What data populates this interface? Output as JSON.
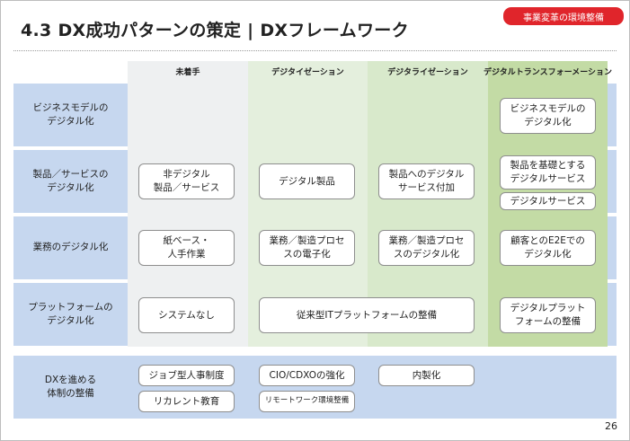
{
  "header": {
    "title": "4.3 DX成功パターンの策定 | DXフレームワーク",
    "tag": "事業変革の環境整備"
  },
  "columns": [
    "未着手",
    "デジタイゼーション",
    "デジタライゼーション",
    "デジタルトランスフォーメーション"
  ],
  "rows": [
    {
      "label": "ビジネスモデルの\nデジタル化",
      "cells": [
        "",
        "",
        "",
        "ビジネスモデルの\nデジタル化"
      ]
    },
    {
      "label": "製品／サービスの\nデジタル化",
      "cells": [
        "非デジタル\n製品／サービス",
        "デジタル製品",
        "製品へのデジタル\nサービス付加",
        "製品を基礎とする\nデジタルサービス"
      ],
      "extra": "デジタルサービス"
    },
    {
      "label": "業務のデジタル化",
      "cells": [
        "紙ベース・\n人手作業",
        "業務／製造プロセ\nスの電子化",
        "業務／製造プロセ\nスのデジタル化",
        "顧客とのE2Eでの\nデジタル化"
      ]
    },
    {
      "label": "プラットフォームの\nデジタル化",
      "cells": [
        "システムなし",
        "従来型ITプラットフォームの整備",
        "",
        "デジタルプラット\nフォームの整備"
      ]
    }
  ],
  "structure": {
    "label": "DXを進める\n体制の整備",
    "items": [
      "ジョブ型人事制度",
      "リカレント教育",
      "CIO/CDXOの強化",
      "リモートワーク環境整備",
      "内製化"
    ]
  },
  "page_number": "26",
  "colors": {
    "accent_red": "#e0252b",
    "row_band": "#c6d7ef",
    "col_untouched": "#eef0f1",
    "col_digitization": "#e4efdd",
    "col_digitalization": "#d8e9cb",
    "col_dx": "#c3dba5"
  }
}
